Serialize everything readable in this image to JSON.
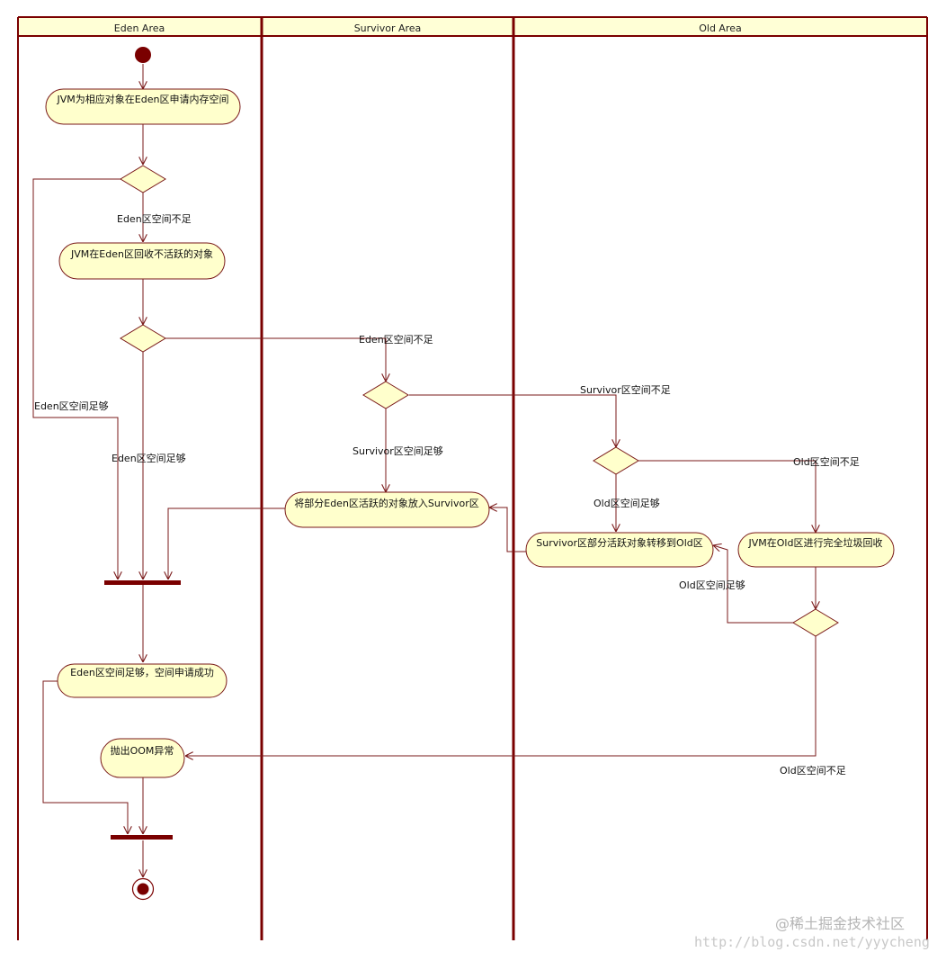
{
  "lanes": [
    {
      "id": "eden",
      "label": "Eden Area"
    },
    {
      "id": "survivor",
      "label": "Survivor Area"
    },
    {
      "id": "old",
      "label": "Old Area"
    }
  ],
  "nodes": {
    "eden_request": "JVM为相应对象在Eden区申请内存空间",
    "eden_gc": "JVM在Eden区回收不活跃的对象",
    "eden_success": "Eden区空间足够，空间申请成功",
    "throw_oom": "抛出OOM异常",
    "move_to_survivor": "将部分Eden区活跃的对象放入Survivor区",
    "move_to_old": "Survivor区部分活跃对象转移到Old区",
    "old_full_gc": "JVM在Old区进行完全垃圾回收"
  },
  "edge_labels": {
    "eden_insufficient_1": "Eden区空间不足",
    "eden_sufficient_1": "Eden区空间足够",
    "eden_insufficient_2": "Eden区空间不足",
    "eden_sufficient_2": "Eden区空间足够",
    "survivor_insufficient": "Survivor区空间不足",
    "survivor_sufficient": "Survivor区空间足够",
    "old_insufficient_1": "Old区空间不足",
    "old_sufficient_1": "Old区空间足够",
    "old_sufficient_2": "Old区空间足够",
    "old_insufficient_2": "Old区空间不足"
  },
  "watermark": {
    "brand": "@稀土掘金技术社区",
    "url": "http://blog.csdn.net/yyycheng"
  },
  "colors": {
    "lane_border": "#7a0000",
    "header_fill": "#ffffd6",
    "node_fill": "#ffffcc",
    "node_stroke": "#7a1a1a",
    "edge": "#7a1a1a",
    "start_end": "#7a0000",
    "sync_bar": "#7a0000"
  }
}
